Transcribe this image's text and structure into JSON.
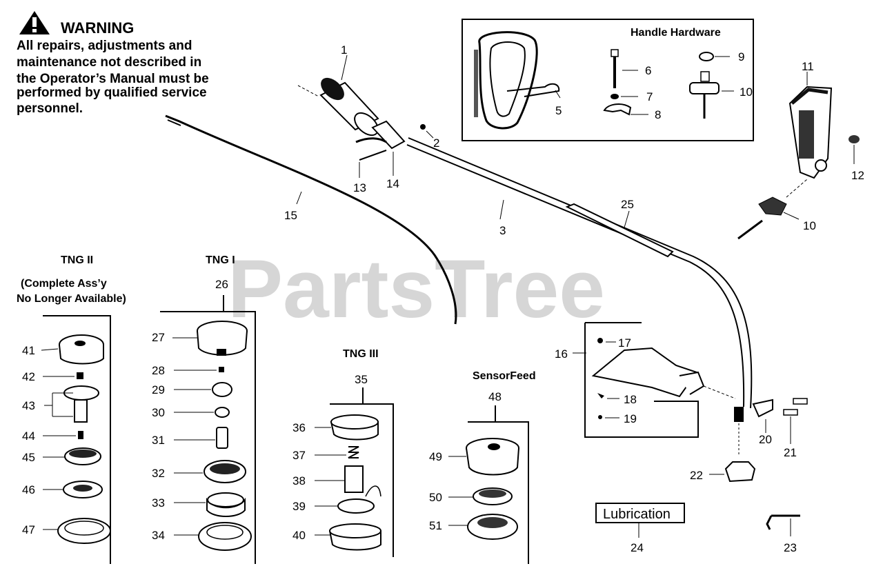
{
  "warning": {
    "title": "WARNING",
    "lines": [
      "All repairs, adjustments and",
      "maintenance not described in",
      "the Operator’s Manual must be",
      "performed by qualified service",
      "personnel."
    ]
  },
  "watermark": "PartsTree",
  "sections": {
    "handle_hardware": "Handle Hardware",
    "tng2": "TNG II",
    "tng2_note_1": "(Complete Ass’y",
    "tng2_note_2": "No Longer Available)",
    "tng1": "TNG I",
    "tng3": "TNG III",
    "sensorfeed": "SensorFeed"
  },
  "lubrication": "Lubrication",
  "callouts": {
    "c1": "1",
    "c2": "2",
    "c3": "3",
    "c5": "5",
    "c6": "6",
    "c7": "7",
    "c8": "8",
    "c9": "9",
    "c10a": "10",
    "c10b": "10",
    "c11": "11",
    "c12": "12",
    "c13": "13",
    "c14": "14",
    "c15": "15",
    "c16": "16",
    "c17": "17",
    "c18": "18",
    "c19": "19",
    "c20": "20",
    "c21": "21",
    "c22": "22",
    "c23": "23",
    "c24": "24",
    "c25": "25",
    "c26": "26",
    "c27": "27",
    "c28": "28",
    "c29": "29",
    "c30": "30",
    "c31": "31",
    "c32": "32",
    "c33": "33",
    "c34": "34",
    "c35": "35",
    "c36": "36",
    "c37": "37",
    "c38": "38",
    "c39": "39",
    "c40": "40",
    "c41": "41",
    "c42": "42",
    "c43": "43",
    "c44": "44",
    "c45": "45",
    "c46": "46",
    "c47": "47",
    "c48": "48",
    "c49": "49",
    "c50": "50",
    "c51": "51"
  }
}
